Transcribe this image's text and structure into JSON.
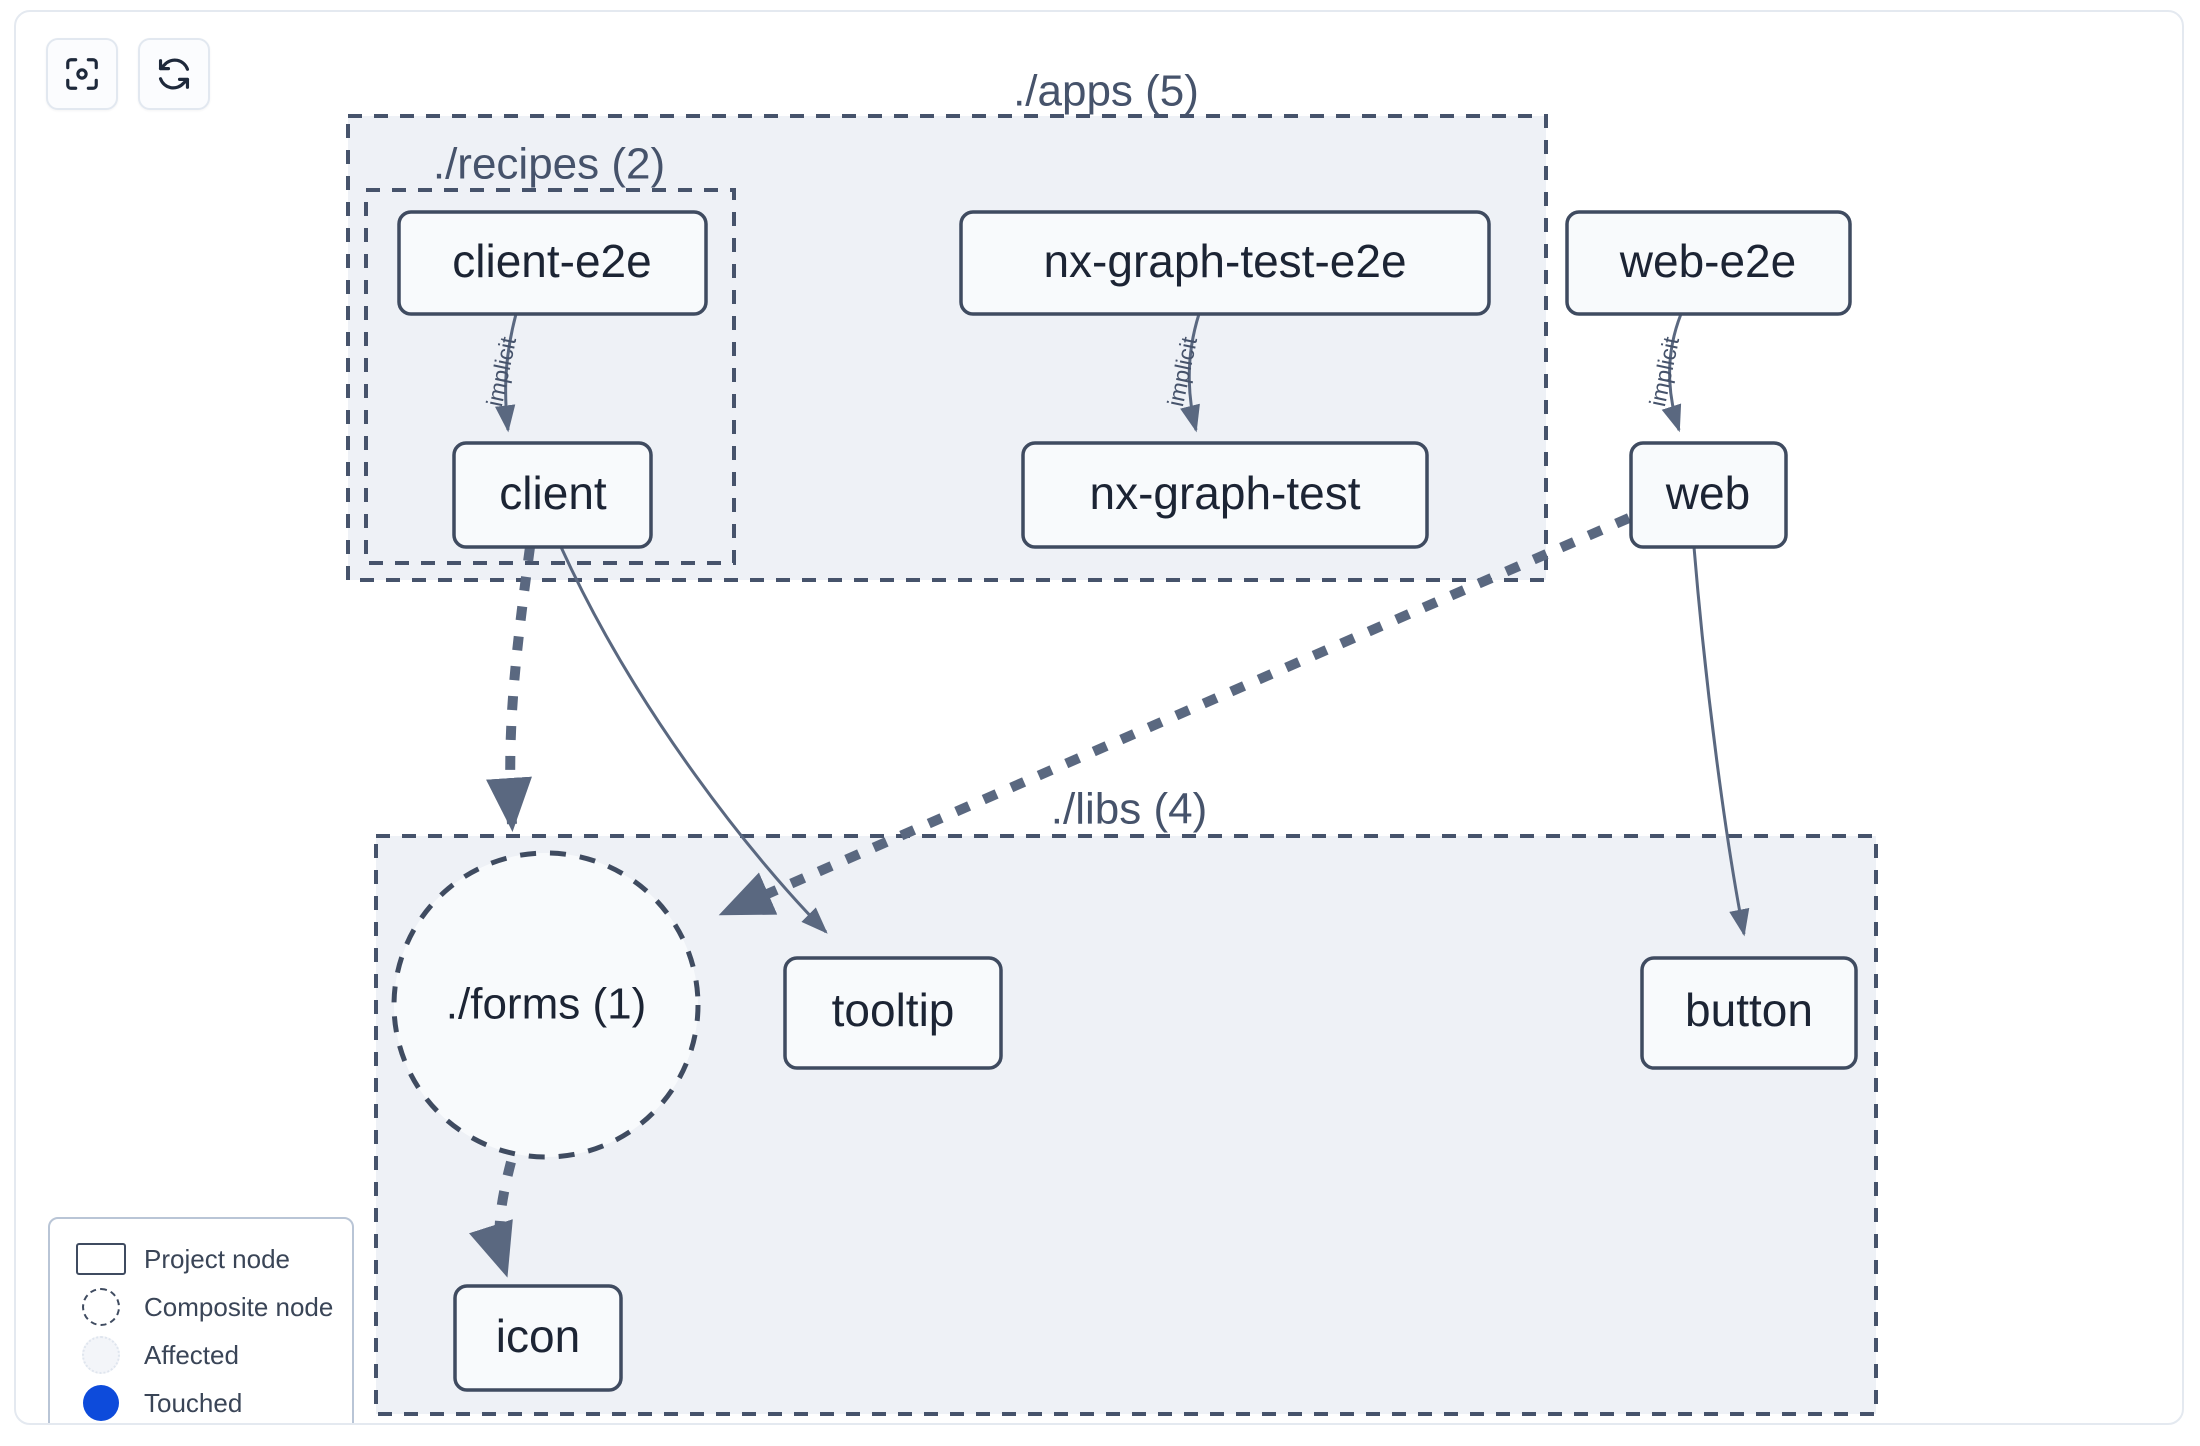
{
  "toolbar": {
    "buttons": [
      {
        "name": "focus-graph-button",
        "icon": "focus-target-icon",
        "label": ""
      },
      {
        "name": "refresh-graph-button",
        "icon": "refresh-icon",
        "label": ""
      }
    ]
  },
  "graph": {
    "containers": [
      {
        "id": "apps",
        "label": "./apps (5)"
      },
      {
        "id": "recipes",
        "label": "./recipes (2)"
      },
      {
        "id": "libs",
        "label": "./libs (4)"
      }
    ],
    "nodes": [
      {
        "id": "client-e2e",
        "label": "client-e2e",
        "type": "project",
        "group": "recipes"
      },
      {
        "id": "client",
        "label": "client",
        "type": "project",
        "group": "recipes"
      },
      {
        "id": "nx-graph-test-e2e",
        "label": "nx-graph-test-e2e",
        "type": "project",
        "group": "apps"
      },
      {
        "id": "nx-graph-test",
        "label": "nx-graph-test",
        "type": "project",
        "group": "apps"
      },
      {
        "id": "web-e2e",
        "label": "web-e2e",
        "type": "project",
        "group": "apps"
      },
      {
        "id": "web",
        "label": "web",
        "type": "project",
        "group": "apps"
      },
      {
        "id": "forms",
        "label": "./forms (1)",
        "type": "composite",
        "group": "libs"
      },
      {
        "id": "tooltip",
        "label": "tooltip",
        "type": "project",
        "group": "libs"
      },
      {
        "id": "button",
        "label": "button",
        "type": "project",
        "group": "libs"
      },
      {
        "id": "icon",
        "label": "icon",
        "type": "project",
        "group": "libs"
      }
    ],
    "edges": [
      {
        "from": "client-e2e",
        "to": "client",
        "label": "implicit",
        "style": "solid"
      },
      {
        "from": "nx-graph-test-e2e",
        "to": "nx-graph-test",
        "label": "implicit",
        "style": "solid"
      },
      {
        "from": "web-e2e",
        "to": "web",
        "label": "implicit",
        "style": "solid"
      },
      {
        "from": "client",
        "to": "forms",
        "label": "",
        "style": "dashed"
      },
      {
        "from": "client",
        "to": "tooltip",
        "label": "",
        "style": "solid"
      },
      {
        "from": "web",
        "to": "forms",
        "label": "",
        "style": "dashed"
      },
      {
        "from": "web",
        "to": "button",
        "label": "",
        "style": "solid"
      },
      {
        "from": "forms",
        "to": "icon",
        "label": "",
        "style": "dashed"
      }
    ]
  },
  "legend": {
    "items": [
      {
        "swatch": "project-node-swatch",
        "label": "Project node"
      },
      {
        "swatch": "composite-node-swatch",
        "label": "Composite node"
      },
      {
        "swatch": "affected-swatch",
        "label": "Affected"
      },
      {
        "swatch": "touched-swatch",
        "label": "Touched"
      }
    ]
  },
  "colors": {
    "touched": "#0d4bdb",
    "node_stroke": "#3f4b60",
    "node_fill": "#f8fafc",
    "container_fill": "#eef1f6",
    "container_stroke": "#46536b",
    "edge": "#5a6880",
    "canvas_bg": "#ffffff"
  }
}
